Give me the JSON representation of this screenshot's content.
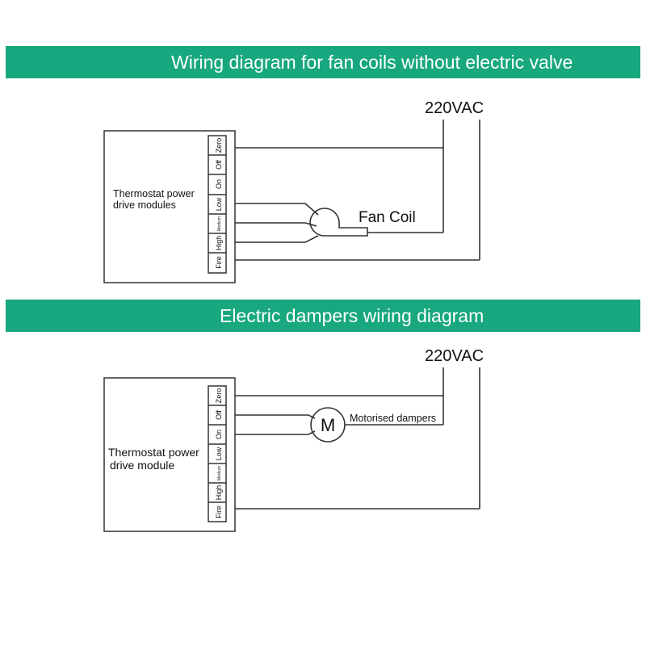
{
  "colors": {
    "banner": "#18a77e",
    "line": "#333333",
    "background": "#ffffff"
  },
  "section1": {
    "title": "Wiring diagram for fan coils without electric valve",
    "supply_label": "220VAC",
    "module_label_line1": "Thermostat power",
    "module_label_line2": "drive modules",
    "terminals": [
      "Zero",
      "Off",
      "On",
      "Low",
      "Medium",
      "High",
      "Fire"
    ],
    "device_label": "Fan Coil",
    "device_icon": "fan-coil-icon"
  },
  "section2": {
    "title": "Electric dampers wiring diagram",
    "supply_label": "220VAC",
    "module_label_line1": "Thermostat power",
    "module_label_line2": "drive module",
    "terminals": [
      "Zero",
      "Off",
      "On",
      "Low",
      "Medium",
      "High",
      "Fire"
    ],
    "device_label": "Motorised dampers",
    "device_symbol": "M",
    "device_icon": "motor-icon"
  }
}
